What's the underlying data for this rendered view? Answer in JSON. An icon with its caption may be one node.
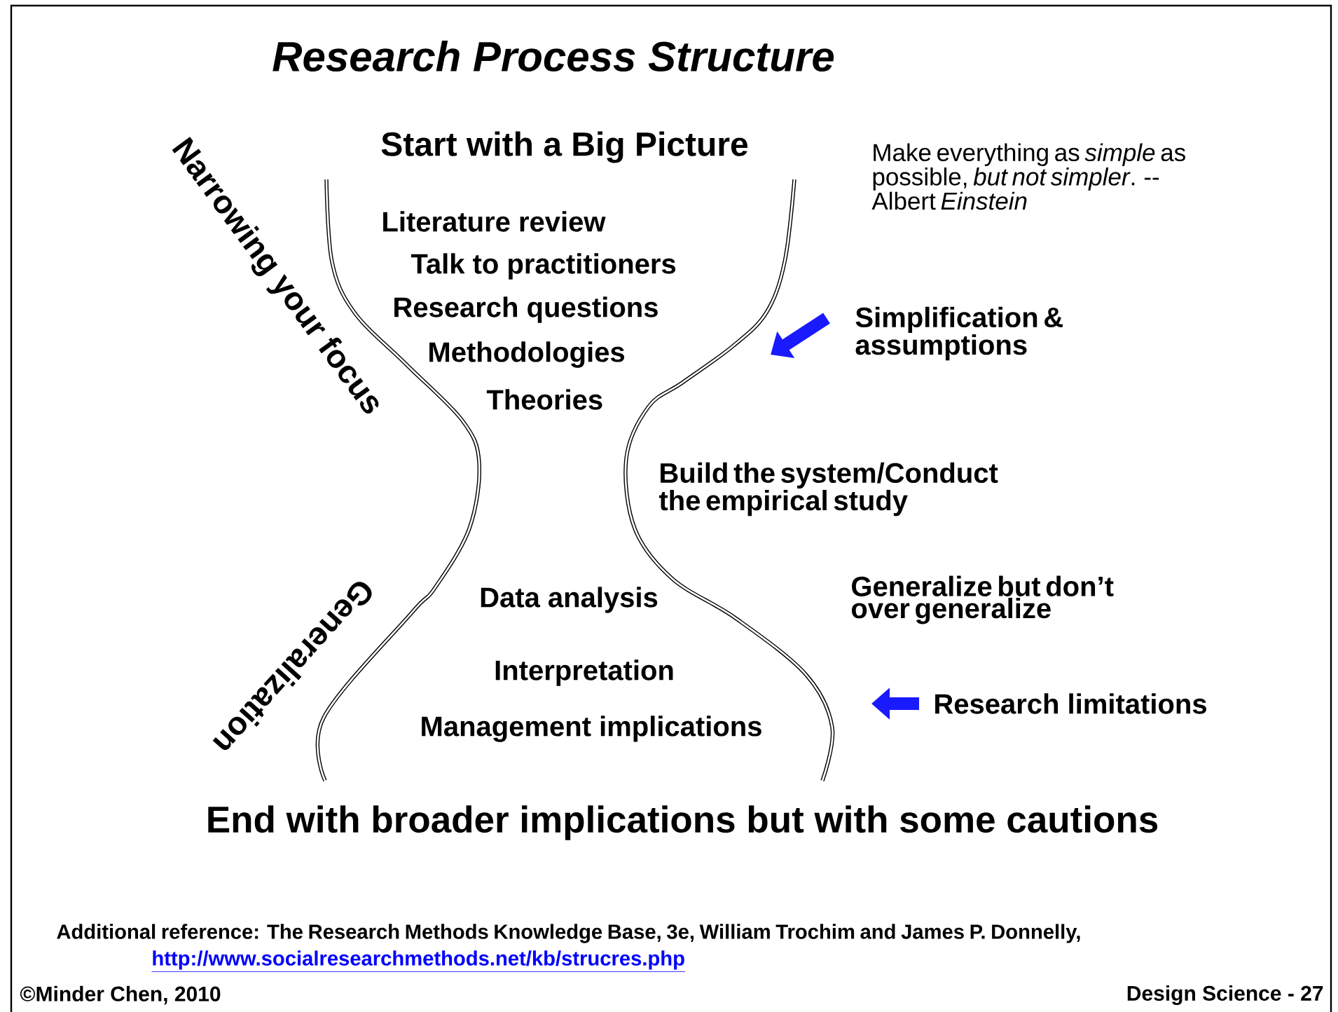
{
  "diagram": {
    "title": "Research Process Structure",
    "nodes": [
      {
        "text": [
          "Simplification & assumptions"
        ]
      },
      {
        "text": [
          "Research limitations"
        ]
      }
    ],
    "edges": [
      {
        "from": 0,
        "to": null,
        "arrow": "to",
        "color": "#1a1aff"
      },
      {
        "from": 1,
        "to": null,
        "arrow": "to",
        "color": "#1a1aff"
      }
    ],
    "labels": [
      "Narrowing your focus",
      "Start with a Big Picture",
      "Make everything as *simple* as possible, *but not simpler*. -- Albert *Einstein*",
      "Literature review",
      "Talk to practitioners",
      "Research questions",
      "Methodologies",
      "Theories",
      "Build the system/Conduct the empirical study",
      "Generalization",
      "Generalize but don’t over generalize",
      "Data analysis",
      "Interpretation",
      "Management implications",
      "End with broader implications but with some cautions",
      "Additional reference: The Research Methods Knowledge Base, 3e, William Trochim and James P. Donnelly,",
      "http://www.socialresearchmethods.net/kb/strucres.php",
      "©Minder Chen, 2010",
      "Design Science - 27"
    ]
  }
}
